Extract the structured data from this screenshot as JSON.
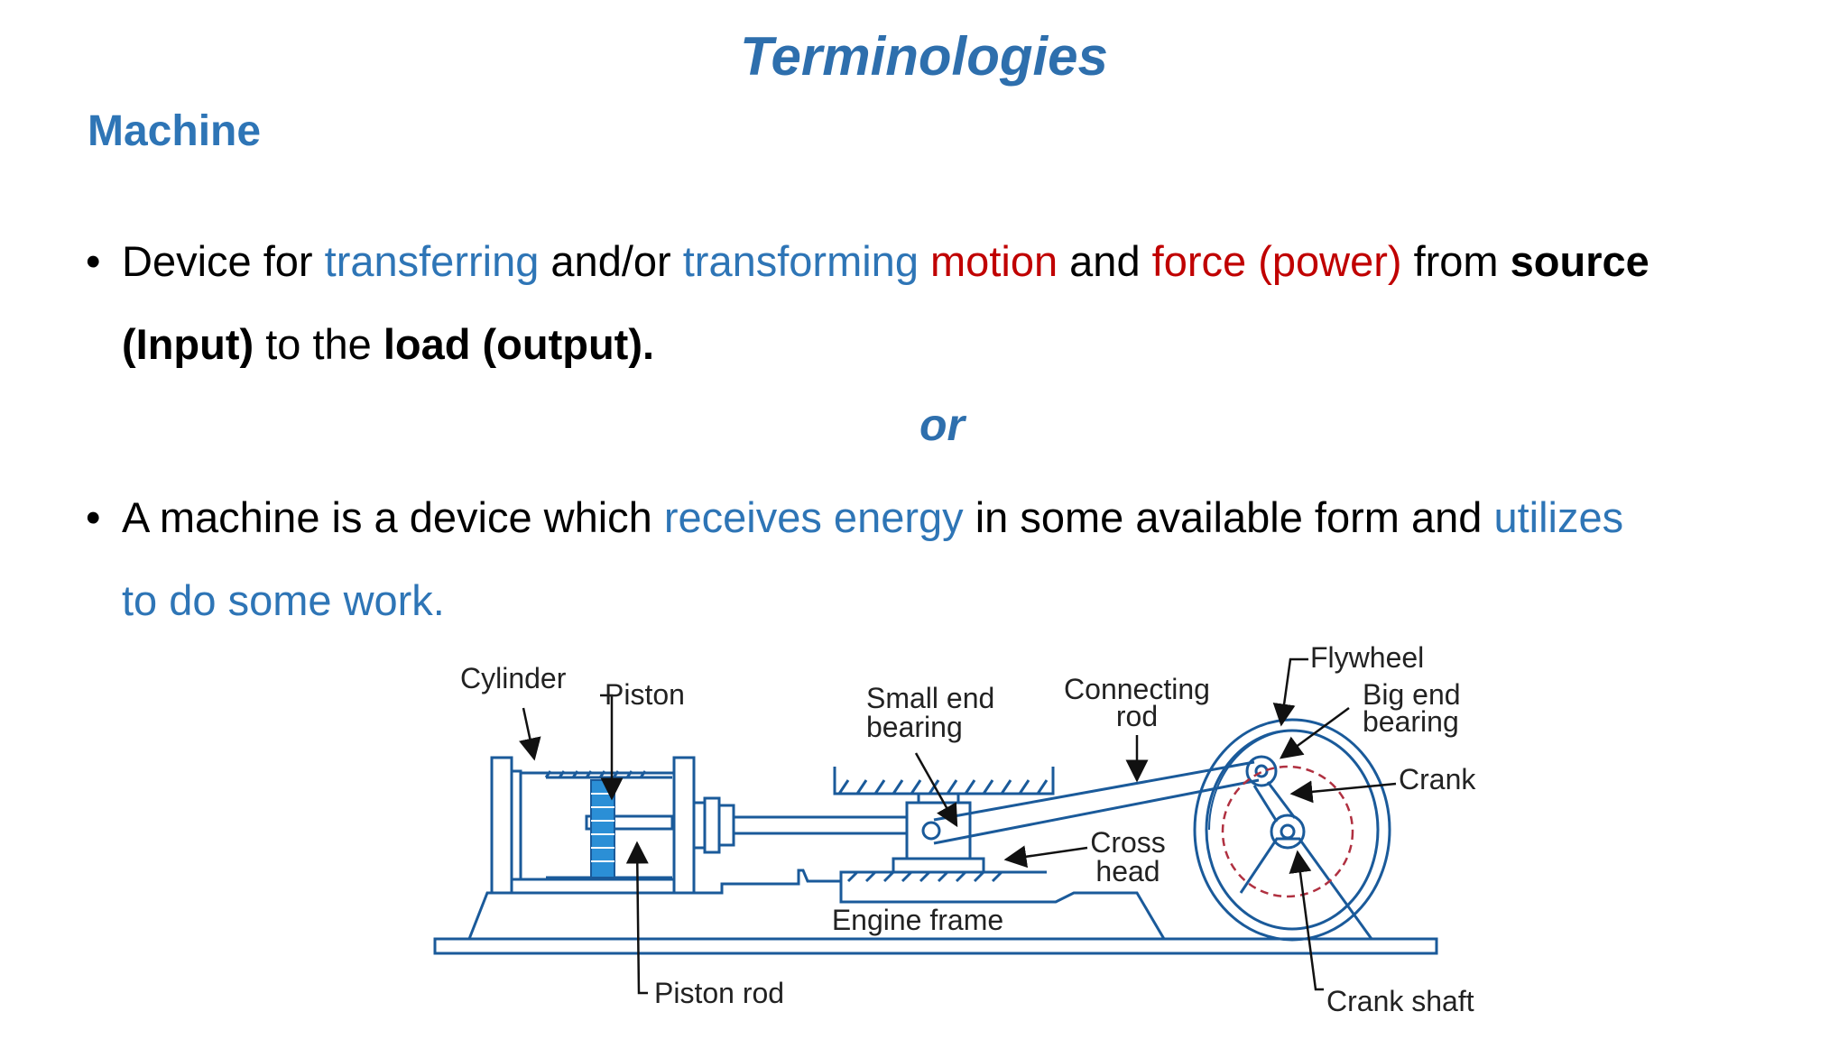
{
  "slide": {
    "title": "Terminologies",
    "subtitle": "Machine",
    "separator": "or"
  },
  "bullet1": {
    "dot": "•",
    "line1": {
      "t1": "Device for ",
      "t2": "transferring",
      "t3": " and/or ",
      "t4": "transforming",
      "t5": " ",
      "t6": "motion",
      "t7": " and ",
      "t8": "force (power)",
      "t9": " from ",
      "t10": "source"
    },
    "line2": {
      "t1": "(Input)",
      "t2": " to the ",
      "t3": "load (output)."
    }
  },
  "bullet2": {
    "dot": "•",
    "line1": {
      "t1": "A machine is a device which ",
      "t2": "receives energy",
      "t3": " in some available form and ",
      "t4": "utilizes"
    },
    "line2": {
      "t1": "to do some work."
    }
  },
  "diagram": {
    "labels": {
      "cylinder": "Cylinder",
      "piston": "Piston",
      "small_end_1": "Small end",
      "small_end_2": "bearing",
      "connecting_1": "Connecting",
      "connecting_2": "rod",
      "flywheel": "Flywheel",
      "big_end_1": "Big end",
      "big_end_2": "bearing",
      "crank": "Crank",
      "cross_1": "Cross",
      "cross_2": "head",
      "engine_frame": "Engine frame",
      "piston_rod": "Piston rod",
      "crank_shaft": "Crank shaft"
    }
  },
  "colors": {
    "title_blue": "#2e6fad",
    "text_blue": "#2e75b6",
    "text_red": "#c00000",
    "diagram_line": "#1a5a9a",
    "piston_fill": "#2b8fd6",
    "crank_circle": "#b03040"
  }
}
